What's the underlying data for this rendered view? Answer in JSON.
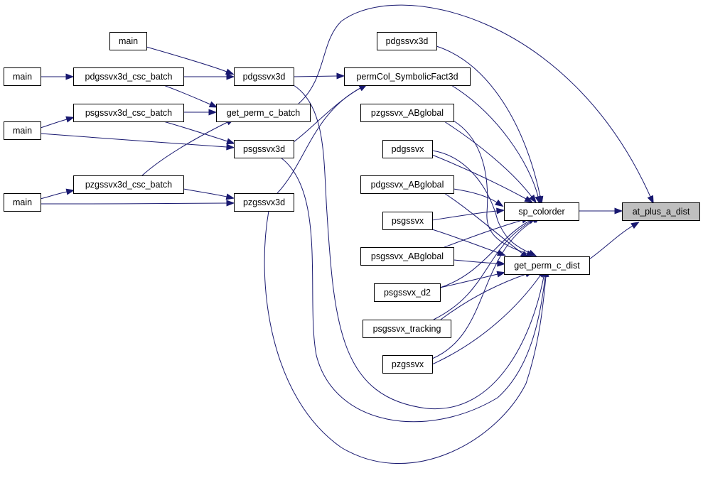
{
  "graph": {
    "nodes": [
      {
        "id": "main_top",
        "label": "main"
      },
      {
        "id": "main_r1",
        "label": "main"
      },
      {
        "id": "main_r2",
        "label": "main"
      },
      {
        "id": "main_r3",
        "label": "main"
      },
      {
        "id": "pdgssvx3d_csc_batch",
        "label": "pdgssvx3d_csc_batch"
      },
      {
        "id": "psgssvx3d_csc_batch",
        "label": "psgssvx3d_csc_batch"
      },
      {
        "id": "pzgssvx3d_csc_batch",
        "label": "pzgssvx3d_csc_batch"
      },
      {
        "id": "pdgssvx3d_a",
        "label": "pdgssvx3d"
      },
      {
        "id": "get_perm_c_batch",
        "label": "get_perm_c_batch"
      },
      {
        "id": "psgssvx3d",
        "label": "psgssvx3d"
      },
      {
        "id": "pzgssvx3d",
        "label": "pzgssvx3d"
      },
      {
        "id": "pdgssvx3d_b",
        "label": "pdgssvx3d"
      },
      {
        "id": "permCol_SymbolicFact3d",
        "label": "permCol_SymbolicFact3d"
      },
      {
        "id": "pzgssvx_ABglobal",
        "label": "pzgssvx_ABglobal"
      },
      {
        "id": "pdgssvx",
        "label": "pdgssvx"
      },
      {
        "id": "pdgssvx_ABglobal",
        "label": "pdgssvx_ABglobal"
      },
      {
        "id": "psgssvx",
        "label": "psgssvx"
      },
      {
        "id": "psgssvx_ABglobal",
        "label": "psgssvx_ABglobal"
      },
      {
        "id": "psgssvx_d2",
        "label": "psgssvx_d2"
      },
      {
        "id": "psgssvx_tracking",
        "label": "psgssvx_tracking"
      },
      {
        "id": "pzgssvx",
        "label": "pzgssvx"
      },
      {
        "id": "sp_colorder",
        "label": "sp_colorder"
      },
      {
        "id": "get_perm_c_dist",
        "label": "get_perm_c_dist"
      },
      {
        "id": "at_plus_a_dist",
        "label": "at_plus_a_dist",
        "highlighted": true
      }
    ],
    "edges": [
      {
        "from": "main_r1",
        "to": "pdgssvx3d_csc_batch"
      },
      {
        "from": "main_top",
        "to": "pdgssvx3d_a"
      },
      {
        "from": "pdgssvx3d_csc_batch",
        "to": "pdgssvx3d_a"
      },
      {
        "from": "pdgssvx3d_csc_batch",
        "to": "get_perm_c_batch"
      },
      {
        "from": "psgssvx3d_csc_batch",
        "to": "get_perm_c_batch"
      },
      {
        "from": "pzgssvx3d_csc_batch",
        "to": "get_perm_c_batch"
      },
      {
        "from": "main_r2",
        "to": "psgssvx3d_csc_batch"
      },
      {
        "from": "main_r2",
        "to": "psgssvx3d"
      },
      {
        "from": "psgssvx3d_csc_batch",
        "to": "psgssvx3d"
      },
      {
        "from": "main_r3",
        "to": "pzgssvx3d_csc_batch"
      },
      {
        "from": "main_r3",
        "to": "pzgssvx3d"
      },
      {
        "from": "pzgssvx3d_csc_batch",
        "to": "pzgssvx3d"
      },
      {
        "from": "pdgssvx3d_a",
        "to": "permCol_SymbolicFact3d"
      },
      {
        "from": "psgssvx3d",
        "to": "permCol_SymbolicFact3d"
      },
      {
        "from": "pzgssvx3d",
        "to": "permCol_SymbolicFact3d"
      },
      {
        "from": "get_perm_c_batch",
        "to": "at_plus_a_dist"
      },
      {
        "from": "pdgssvx3d_b",
        "to": "sp_colorder"
      },
      {
        "from": "permCol_SymbolicFact3d",
        "to": "sp_colorder"
      },
      {
        "from": "pzgssvx_ABglobal",
        "to": "sp_colorder"
      },
      {
        "from": "pzgssvx_ABglobal",
        "to": "get_perm_c_dist"
      },
      {
        "from": "pdgssvx",
        "to": "sp_colorder"
      },
      {
        "from": "pdgssvx",
        "to": "get_perm_c_dist"
      },
      {
        "from": "pdgssvx_ABglobal",
        "to": "sp_colorder"
      },
      {
        "from": "pdgssvx_ABglobal",
        "to": "get_perm_c_dist"
      },
      {
        "from": "psgssvx",
        "to": "sp_colorder"
      },
      {
        "from": "psgssvx",
        "to": "get_perm_c_dist"
      },
      {
        "from": "psgssvx_ABglobal",
        "to": "sp_colorder"
      },
      {
        "from": "psgssvx_ABglobal",
        "to": "get_perm_c_dist"
      },
      {
        "from": "psgssvx_d2",
        "to": "sp_colorder"
      },
      {
        "from": "psgssvx_d2",
        "to": "get_perm_c_dist"
      },
      {
        "from": "psgssvx_tracking",
        "to": "sp_colorder"
      },
      {
        "from": "psgssvx_tracking",
        "to": "get_perm_c_dist"
      },
      {
        "from": "pzgssvx",
        "to": "sp_colorder"
      },
      {
        "from": "pzgssvx",
        "to": "get_perm_c_dist"
      },
      {
        "from": "pdgssvx3d_a",
        "to": "get_perm_c_dist"
      },
      {
        "from": "psgssvx3d",
        "to": "get_perm_c_dist"
      },
      {
        "from": "pzgssvx3d",
        "to": "get_perm_c_dist"
      },
      {
        "from": "sp_colorder",
        "to": "at_plus_a_dist"
      },
      {
        "from": "get_perm_c_dist",
        "to": "at_plus_a_dist"
      }
    ]
  }
}
